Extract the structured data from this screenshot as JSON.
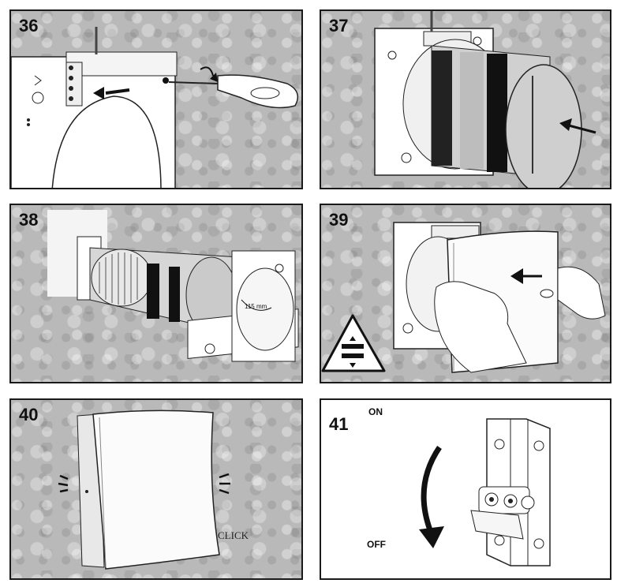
{
  "steps": [
    {
      "number": "36"
    },
    {
      "number": "37"
    },
    {
      "number": "38",
      "dimension": "115 mm"
    },
    {
      "number": "39"
    },
    {
      "number": "40",
      "sound": "CLICK"
    },
    {
      "number": "41",
      "on_label": "ON",
      "off_label": "OFF"
    }
  ]
}
